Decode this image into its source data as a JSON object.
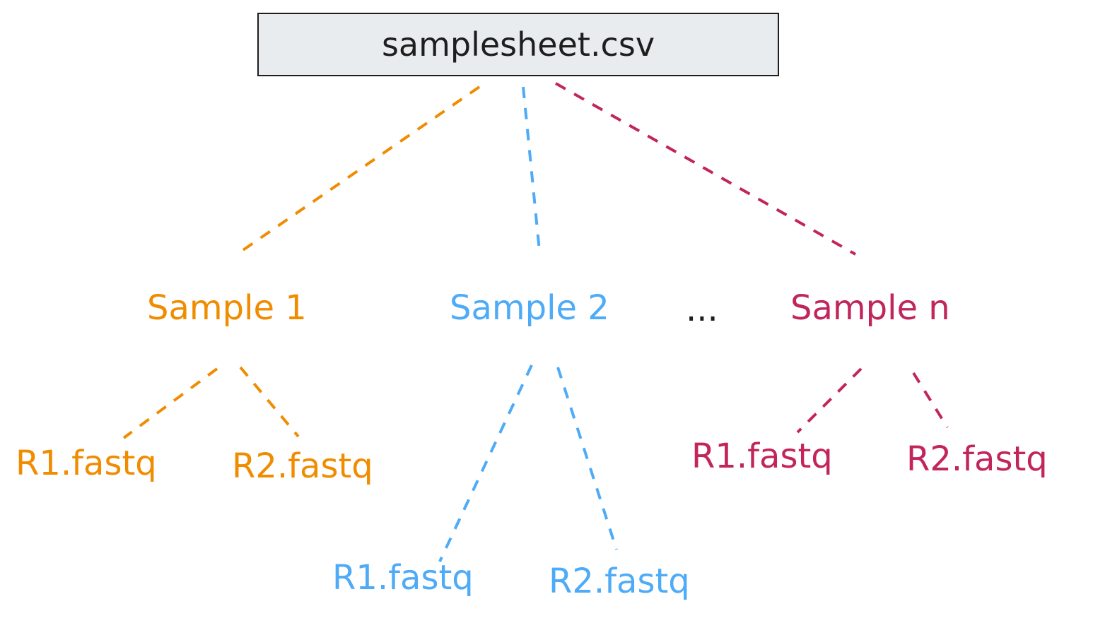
{
  "root": {
    "label": "samplesheet.csv"
  },
  "colors": {
    "s1": "#f08c00",
    "s2": "#4dabf7",
    "sn": "#c2255c"
  },
  "samples": [
    {
      "label": "Sample 1",
      "r1": "R1.fastq",
      "r2": "R2.fastq"
    },
    {
      "label": "Sample 2",
      "r1": "R1.fastq",
      "r2": "R2.fastq"
    },
    {
      "label": "Sample n",
      "r1": "R1.fastq",
      "r2": "R2.fastq"
    }
  ],
  "ellipsis": "..."
}
